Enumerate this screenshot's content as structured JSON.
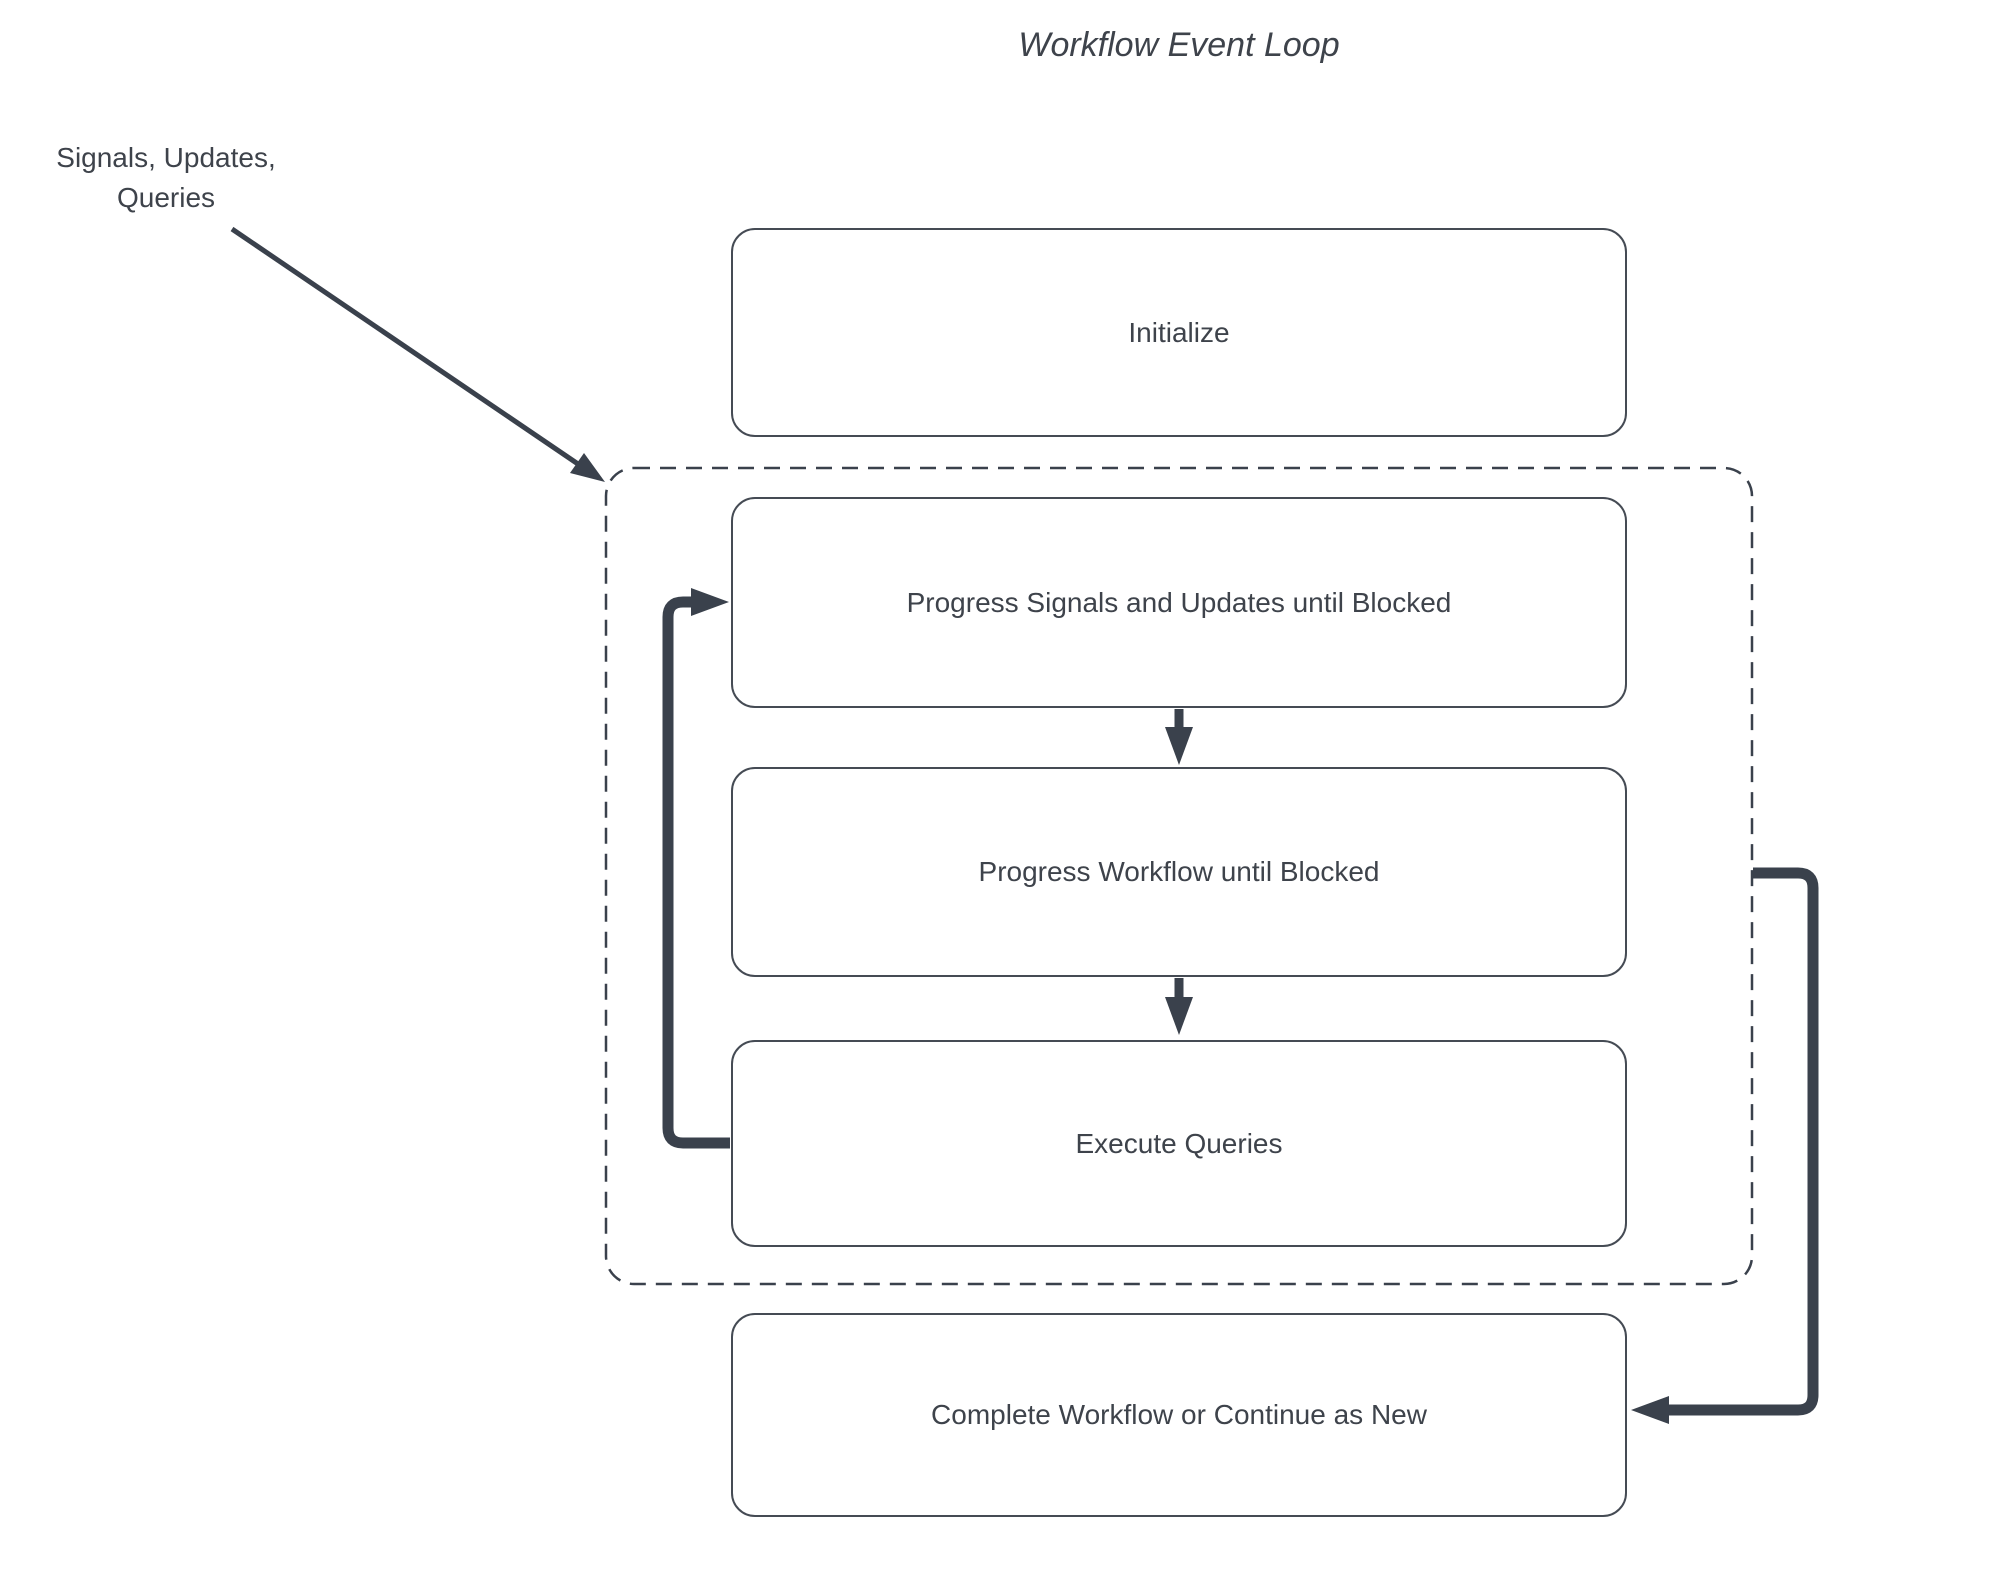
{
  "title": "Workflow Event Loop",
  "external_label": {
    "line1": "Signals, Updates,",
    "line2": "Queries"
  },
  "nodes": {
    "initialize": {
      "label": "Initialize"
    },
    "progress_signals": {
      "label": "Progress Signals and Updates until Blocked"
    },
    "progress_workflow": {
      "label": "Progress Workflow until Blocked"
    },
    "execute_queries": {
      "label": "Execute Queries"
    },
    "complete": {
      "label": "Complete Workflow or Continue as New"
    }
  },
  "colors": {
    "stroke": "#3a414c",
    "box_border": "#454b54",
    "text": "#3e434b",
    "background": "#ffffff"
  }
}
